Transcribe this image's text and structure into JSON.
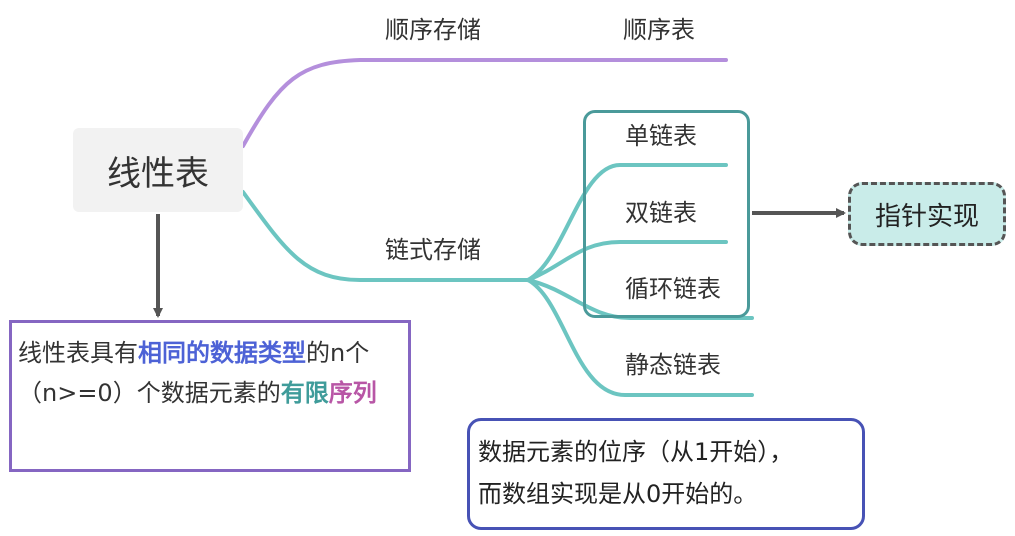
{
  "root": {
    "label": "线性表"
  },
  "branches": {
    "sequential": {
      "label": "顺序存储",
      "child": "顺序表"
    },
    "linked": {
      "label": "链式存储",
      "children": [
        "单链表",
        "双链表",
        "循环链表",
        "静态链表"
      ]
    }
  },
  "pointer_impl": {
    "label": "指针实现"
  },
  "definition": {
    "part1": " 线性表具有",
    "emph1": "相同的数据类型",
    "part2": "的n个（n>=0）个数据元素的",
    "emph2": "有限",
    "emph3": "序列"
  },
  "note": {
    "line1": "数据元素的位序（从1开始），",
    "line2": "而数组实现是从0开始的。"
  },
  "colors": {
    "purple_branch": "#b48fdc",
    "teal_branch": "#6cc5c1",
    "group_border": "#4a9a9a",
    "definition_border": "#8566c2",
    "note_border": "#4752b5",
    "pointer_fill": "#c9ece9",
    "emph_blue": "#4d62d6",
    "emph_teal": "#3f9c9a",
    "emph_pink": "#b856a6"
  }
}
